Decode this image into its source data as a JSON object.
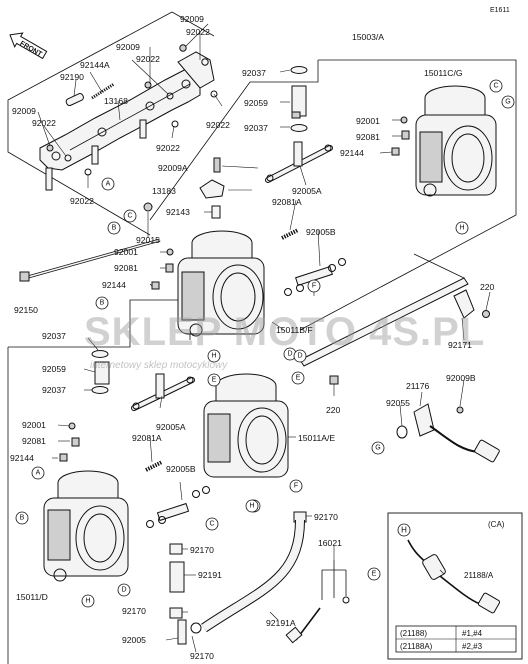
{
  "diagram_code": "E1611",
  "front_label": "FRONT",
  "watermark": {
    "main": "SKLEP MOTO 4S.PL",
    "sub": "internetowy sklep motocyklowy"
  },
  "part_labels": {
    "p15003A": "15003/A",
    "p92009_a": "92009",
    "p92022_a": "92022",
    "p92009_b": "92009",
    "p92022_b": "92022",
    "p92144A": "92144A",
    "p92190": "92190",
    "p13168": "13168",
    "p92009_c": "92009",
    "p92022_c": "92022",
    "p92022_d": "92022",
    "p92022_e": "92022",
    "p92022_f": "92022",
    "p92037_a": "92037",
    "p15011CG": "15011C/G",
    "p92059_a": "92059",
    "p92037_b": "92037",
    "p92001_a": "92001",
    "p92081_a": "92081",
    "p92144_a": "92144",
    "p92009A": "92009A",
    "p13183": "13183",
    "p92005A_a": "92005A",
    "p92143": "92143",
    "p92081A_a": "92081A",
    "p92015": "92015",
    "p92005B_a": "92005B",
    "p92001_b": "92001",
    "p92081_b": "92081",
    "p92144_b": "92144",
    "p220_a": "220",
    "p92150": "92150",
    "p15011BF": "15011B/F",
    "p92171": "92171",
    "p92037_c": "92037",
    "p92059_b": "92059",
    "p92037_d": "92037",
    "p220_b": "220",
    "p21176": "21176",
    "p92009B": "92009B",
    "p92055": "92055",
    "p92001_c": "92001",
    "p92081_c": "92081",
    "p92144_c": "92144",
    "p92005A_b": "92005A",
    "p92081A_b": "92081A",
    "p15011AE": "15011A/E",
    "p92005B_b": "92005B",
    "p92170_a": "92170",
    "p92170_b": "92170",
    "p15011DL": "15011/D",
    "p16021": "16021",
    "p92191": "92191",
    "p92191A": "92191A",
    "p92170_c": "92170",
    "p92005": "92005",
    "p92170_d": "92170"
  },
  "callouts": [
    "C",
    "G",
    "A",
    "C",
    "B",
    "B",
    "D",
    "H",
    "H",
    "E",
    "A",
    "B",
    "C",
    "D",
    "E",
    "F",
    "G",
    "H",
    "F",
    "E",
    "H",
    "D",
    "H"
  ],
  "ca_box": {
    "title": "(CA)",
    "part": "21188/A",
    "callout": "H",
    "table": [
      {
        "part": "(21188)",
        "cyl": "#1,#4"
      },
      {
        "part": "(21188A)",
        "cyl": "#2,#3"
      }
    ]
  }
}
